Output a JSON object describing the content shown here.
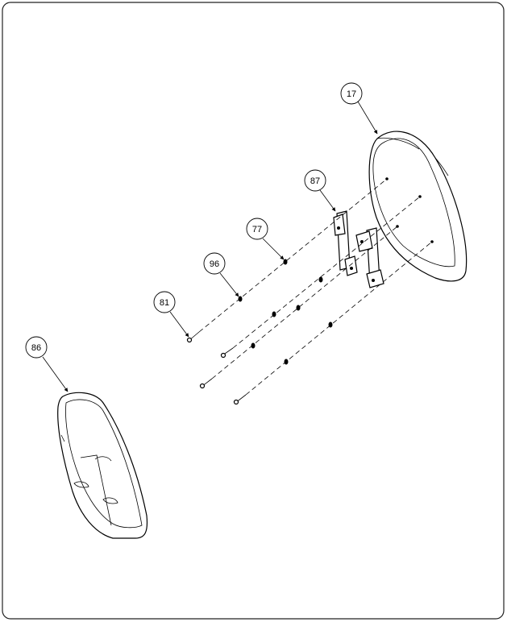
{
  "diagram": {
    "callouts": {
      "c17": "17",
      "c87": "87",
      "c77": "77",
      "c96": "96",
      "c81": "81",
      "c86": "86"
    }
  }
}
